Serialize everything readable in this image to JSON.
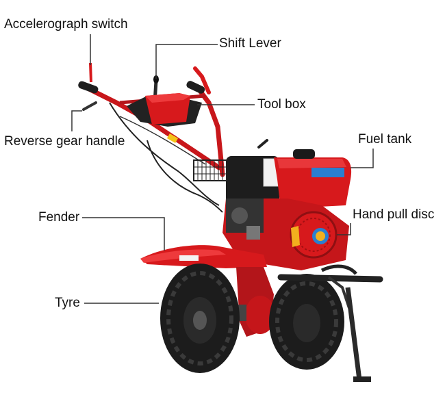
{
  "labels": {
    "accelerograph_switch": "Accelerograph switch",
    "shift_lever": "Shift Lever",
    "tool_box": "Tool box",
    "reverse_gear_handle": "Reverse gear handle",
    "fuel_tank": "Fuel tank",
    "fender": "Fender",
    "hand_pull_disc": "Hand pull disc",
    "tyre": "Tyre"
  },
  "colors": {
    "body_red": "#d7191c",
    "dark_red": "#a30f12",
    "tyre_black": "#1c1c1c",
    "metal_grey": "#5a5a5a",
    "frame_black": "#222222",
    "fuel_label_blue": "#2a7fd0",
    "disc_yellow": "#f2b01e",
    "leader_line": "#333333"
  }
}
